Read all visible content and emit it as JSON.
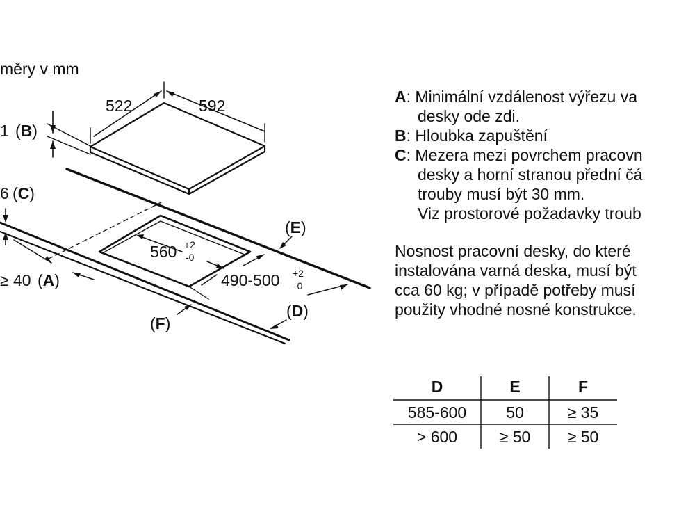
{
  "title_fragment": "měry v mm",
  "dims": {
    "width_522": "522",
    "width_592": "592",
    "b_val": "1",
    "b_label": "(B)",
    "c_val": "6",
    "c_label": "(C)",
    "a_val": "≥ 40",
    "a_label": "(A)",
    "e_label": "(E)",
    "f_label": "(F)",
    "d_label": "(D)",
    "cut_width": "560",
    "cut_width_tol_top": "+2",
    "cut_width_tol_bot": "-0",
    "cut_depth": "490-500",
    "cut_depth_tol_top": "+2",
    "cut_depth_tol_bot": "-0"
  },
  "legend": {
    "a_key": "A",
    "a_line1": ": Minimální vzdálenost výřezu va",
    "a_line2": "desky ode zdi.",
    "b_key": "B",
    "b_line1": ": Hloubka zapuštění",
    "c_key": "C",
    "c_line1": ": Mezera mezi povrchem pracovn",
    "c_line2": "desky a horní stranou přední čá",
    "c_line3": "trouby musí být 30 mm.",
    "c_line4": "Viz prostorové požadavky troub"
  },
  "note": {
    "line1": "Nosnost pracovní desky, do které",
    "line2": "instalována varná deska, musí být",
    "line3": "cca 60 kg; v případě potřeby musí",
    "line4": "použity vhodné nosné konstrukce."
  },
  "table": {
    "headers": [
      "D",
      "E",
      "F"
    ],
    "rows": [
      [
        "585-600",
        "50",
        "≥ 35"
      ],
      [
        "> 600",
        "≥ 50",
        "≥ 50"
      ]
    ]
  }
}
